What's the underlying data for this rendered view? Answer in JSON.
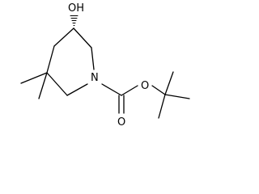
{
  "molecule": {
    "atom_labels": {
      "hydroxyl": "OH",
      "ring_nitrogen": "N",
      "ester_oxygen": "O",
      "carbonyl_oxygen": "O"
    },
    "stereo": {
      "wedge_type": "hashed",
      "center": "C3"
    }
  }
}
